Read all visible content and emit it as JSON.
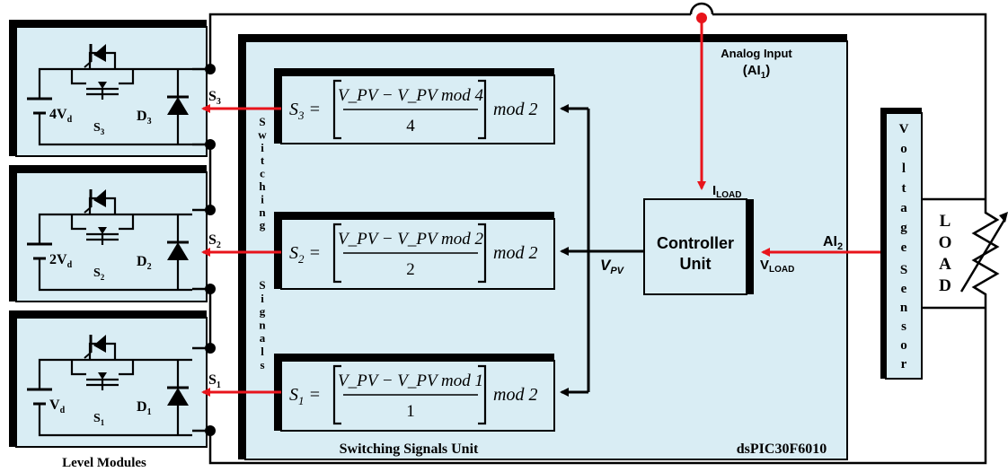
{
  "title_labels": {
    "level_modules": "Level Modules",
    "switching_signals_unit": "Switching Signals Unit",
    "mcu": "dsPIC30F6010",
    "vertical_switching": "Switching",
    "vertical_signals": "Signals",
    "analog_input_line1": "Analog Input",
    "analog_input_line2": "(AI",
    "analog_input_sub": "1",
    "analog_input_close": ")"
  },
  "modules": [
    {
      "source": "4V",
      "source_sub": "d",
      "switch": "S",
      "switch_sub": "3",
      "diode": "D",
      "diode_sub": "3",
      "signal": "S",
      "signal_sub": "3"
    },
    {
      "source": "2V",
      "source_sub": "d",
      "switch": "S",
      "switch_sub": "2",
      "diode": "D",
      "diode_sub": "2",
      "signal": "S",
      "signal_sub": "2"
    },
    {
      "source": "V",
      "source_sub": "d",
      "switch": "S",
      "switch_sub": "1",
      "diode": "D",
      "diode_sub": "1",
      "signal": "S",
      "signal_sub": "1"
    }
  ],
  "formulas": [
    {
      "lhs": "S",
      "lhs_sub": "3",
      "numerator": "V_PV − V_PV mod 4",
      "denominator": "4",
      "tail": "mod 2"
    },
    {
      "lhs": "S",
      "lhs_sub": "2",
      "numerator": "V_PV − V_PV mod 2",
      "denominator": "2",
      "tail": "mod 2"
    },
    {
      "lhs": "S",
      "lhs_sub": "1",
      "numerator": "V_PV − V_PV mod 1",
      "denominator": "1",
      "tail": "mod 2"
    }
  ],
  "controller": {
    "line1": "Controller",
    "line2": "Unit"
  },
  "signals": {
    "vpv": "V",
    "vpv_sub": "PV",
    "iload": "I",
    "iload_sub": "LOAD",
    "vload": "V",
    "vload_sub": "LOAD",
    "ai2": "AI",
    "ai2_sub": "2"
  },
  "sensor": {
    "word1": "Voltage",
    "word2": "Sensor"
  },
  "load": {
    "label": "LOAD"
  },
  "colors": {
    "panel": "#d9edf4",
    "signal_red": "#e8141b",
    "wire": "#000000"
  }
}
